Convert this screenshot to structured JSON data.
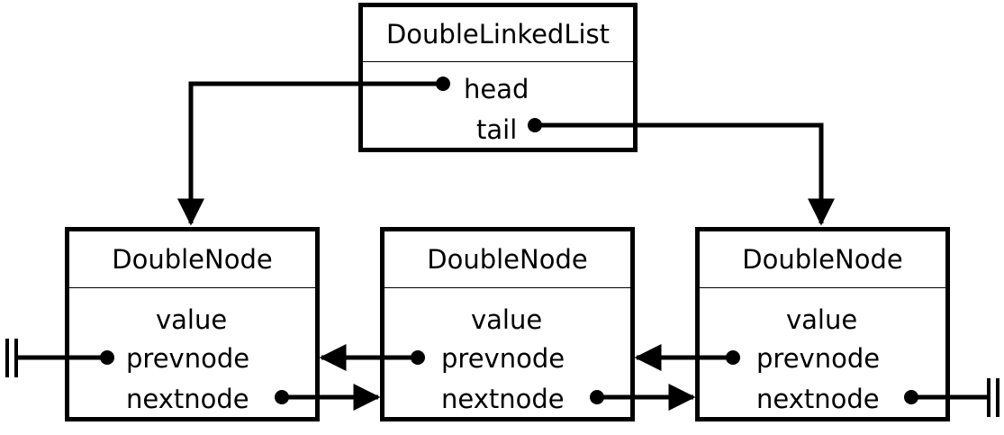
{
  "list": {
    "title": "DoubleLinkedList",
    "head_label": "head",
    "tail_label": "tail"
  },
  "nodes": [
    {
      "title": "DoubleNode",
      "value_label": "value",
      "prev_label": "prevnode",
      "next_label": "nextnode"
    },
    {
      "title": "DoubleNode",
      "value_label": "value",
      "prev_label": "prevnode",
      "next_label": "nextnode"
    },
    {
      "title": "DoubleNode",
      "value_label": "value",
      "prev_label": "prevnode",
      "next_label": "nextnode"
    }
  ]
}
